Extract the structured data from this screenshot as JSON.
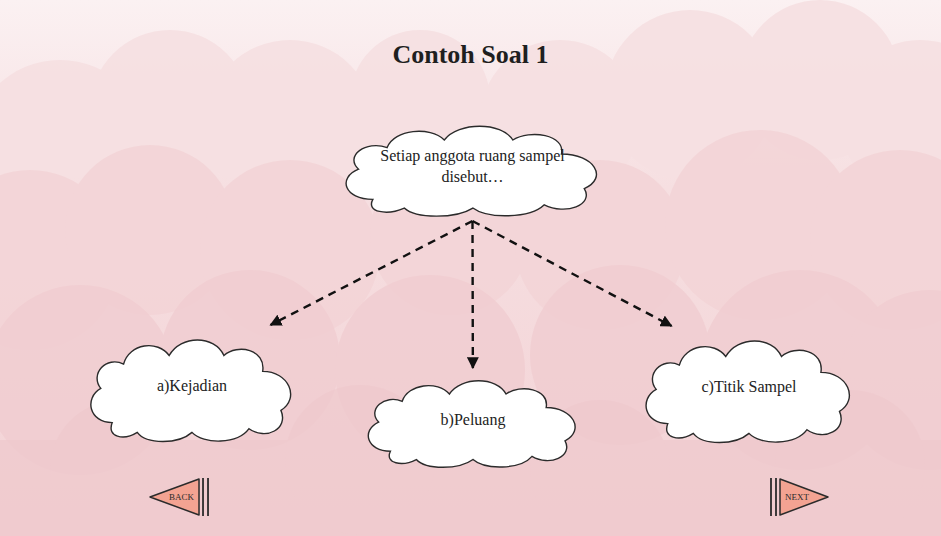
{
  "diagram": {
    "title": "Contoh Soal 1",
    "nodes": [
      {
        "text": [
          "Setiap anggota ruang sampel disebut…"
        ]
      },
      {
        "text": [
          "a)Kejadian"
        ]
      },
      {
        "text": [
          "b)Peluang"
        ]
      },
      {
        "text": [
          "c)Titik Sampel"
        ]
      },
      {
        "text": [
          "BACK"
        ]
      },
      {
        "text": [
          "NEXT"
        ]
      }
    ],
    "edges": [
      {
        "from": 0,
        "to": 1,
        "arrow": "to"
      },
      {
        "from": 0,
        "to": 2,
        "arrow": "to"
      },
      {
        "from": 0,
        "to": 3,
        "arrow": "to"
      }
    ]
  }
}
